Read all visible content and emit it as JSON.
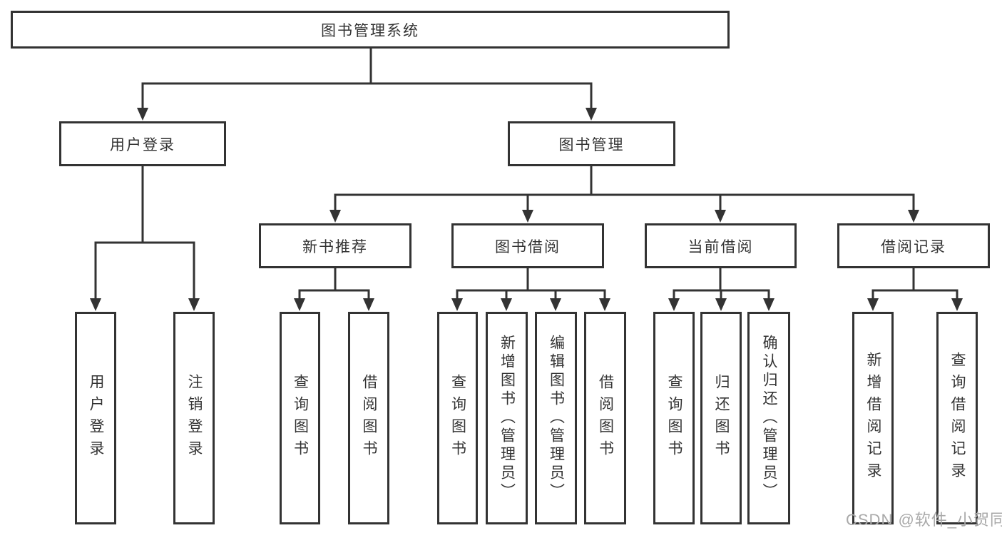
{
  "diagram": {
    "title": "图书管理系统",
    "root": {
      "label": "图书管理系统"
    },
    "level2": [
      {
        "label": "用户登录"
      },
      {
        "label": "图书管理"
      }
    ],
    "level3": [
      {
        "label": "新书推荐"
      },
      {
        "label": "图书借阅"
      },
      {
        "label": "当前借阅"
      },
      {
        "label": "借阅记录"
      }
    ],
    "leaves": {
      "login": [
        "用户登录",
        "注销登录"
      ],
      "newbook": [
        "查询图书",
        "借阅图书"
      ],
      "borrow": [
        "查询图书",
        "新增图书（管理员）",
        "编辑图书（管理员）",
        "借阅图书"
      ],
      "current": [
        "查询图书",
        "归还图书",
        "确认归还（管理员）"
      ],
      "records": [
        "新增借阅记录",
        "查询借阅记录"
      ]
    }
  },
  "watermark": {
    "text": "CSDN @软件_小贺同学"
  },
  "colors": {
    "line": "#333333",
    "text": "#333333",
    "background": "#ffffff",
    "watermark": "#a9a9a9"
  }
}
